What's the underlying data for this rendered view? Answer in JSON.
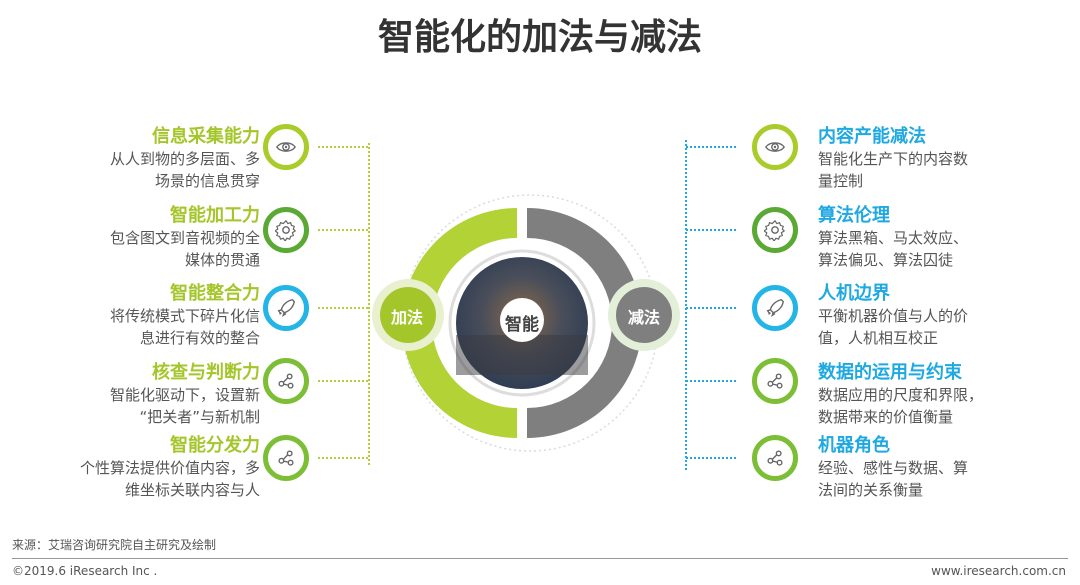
{
  "title": "智能化的加法与减法",
  "center": {
    "label": "智能",
    "plus": "加法",
    "minus": "减法"
  },
  "left": [
    {
      "heading": "信息采集能力",
      "lines": [
        "从人到物的多层面、多",
        "场景的信息贯穿"
      ],
      "icon": "eye-icon"
    },
    {
      "heading": "智能加工力",
      "lines": [
        "包含图文到音视频的全",
        "媒体的贯通"
      ],
      "icon": "gear-icon"
    },
    {
      "heading": "智能整合力",
      "lines": [
        "将传统模式下碎片化信",
        "息进行有效的整合"
      ],
      "icon": "rocket-icon"
    },
    {
      "heading": "核查与判断力",
      "lines": [
        "智能化驱动下，设置新",
        "“把关者”与新机制"
      ],
      "icon": "share-icon"
    },
    {
      "heading": "智能分发力",
      "lines": [
        "个性算法提供价值内容，多",
        "维坐标关联内容与人"
      ],
      "icon": "share-icon"
    }
  ],
  "right": [
    {
      "heading": "内容产能减法",
      "lines": [
        "智能化生产下的内容数",
        "量控制"
      ],
      "icon": "eye-icon"
    },
    {
      "heading": "算法伦理",
      "lines": [
        "算法黑箱、马太效应、",
        "算法偏见、算法囚徒"
      ],
      "icon": "gear-icon"
    },
    {
      "heading": "人机边界",
      "lines": [
        "平衡机器价值与人的价",
        "值，人机相互校正"
      ],
      "icon": "rocket-icon"
    },
    {
      "heading": "数据的运用与约束",
      "lines": [
        "数据应用的尺度和界限，",
        "数据带来的价值衡量"
      ],
      "icon": "share-icon"
    },
    {
      "heading": "机器角色",
      "lines": [
        "经验、感性与数据、算",
        "法间的关系衡量"
      ],
      "icon": "share-icon"
    }
  ],
  "footer": {
    "source": "来源：艾瑞咨询研究院自主研究及绘制",
    "copyright": "©2019.6 iResearch Inc .",
    "site": "www.iresearch.com.cn"
  },
  "colors": {
    "green": "#a4c62b",
    "gray": "#7f7f7f",
    "cyan": "#1fa9e0"
  }
}
